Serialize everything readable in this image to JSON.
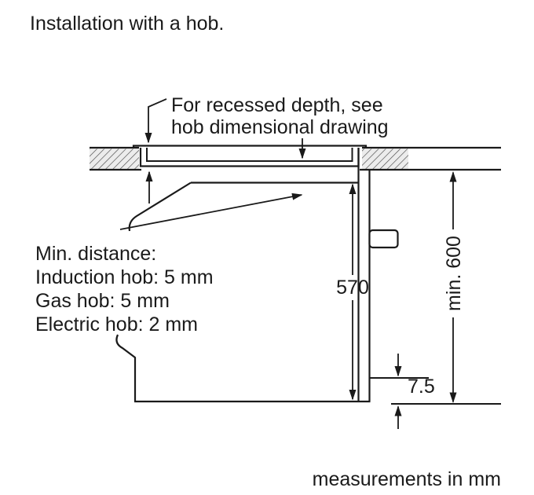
{
  "page": {
    "title": "Installation with a hob.",
    "footer_note": "measurements in mm"
  },
  "callouts": {
    "recessed_depth": {
      "line1": "For recessed depth, see",
      "line2": "hob dimensional drawing"
    },
    "min_distance": {
      "heading": "Min. distance:",
      "induction": "Induction hob: 5 mm",
      "gas": "Gas hob: 5 mm",
      "electric": "Electric hob: 2 mm"
    }
  },
  "dimensions": {
    "oven_height_mm": "570",
    "niche_height_mm": "min. 600",
    "front_gap_mm": "7.5"
  },
  "colors": {
    "line": "#1a1a1a",
    "background": "#ffffff"
  }
}
